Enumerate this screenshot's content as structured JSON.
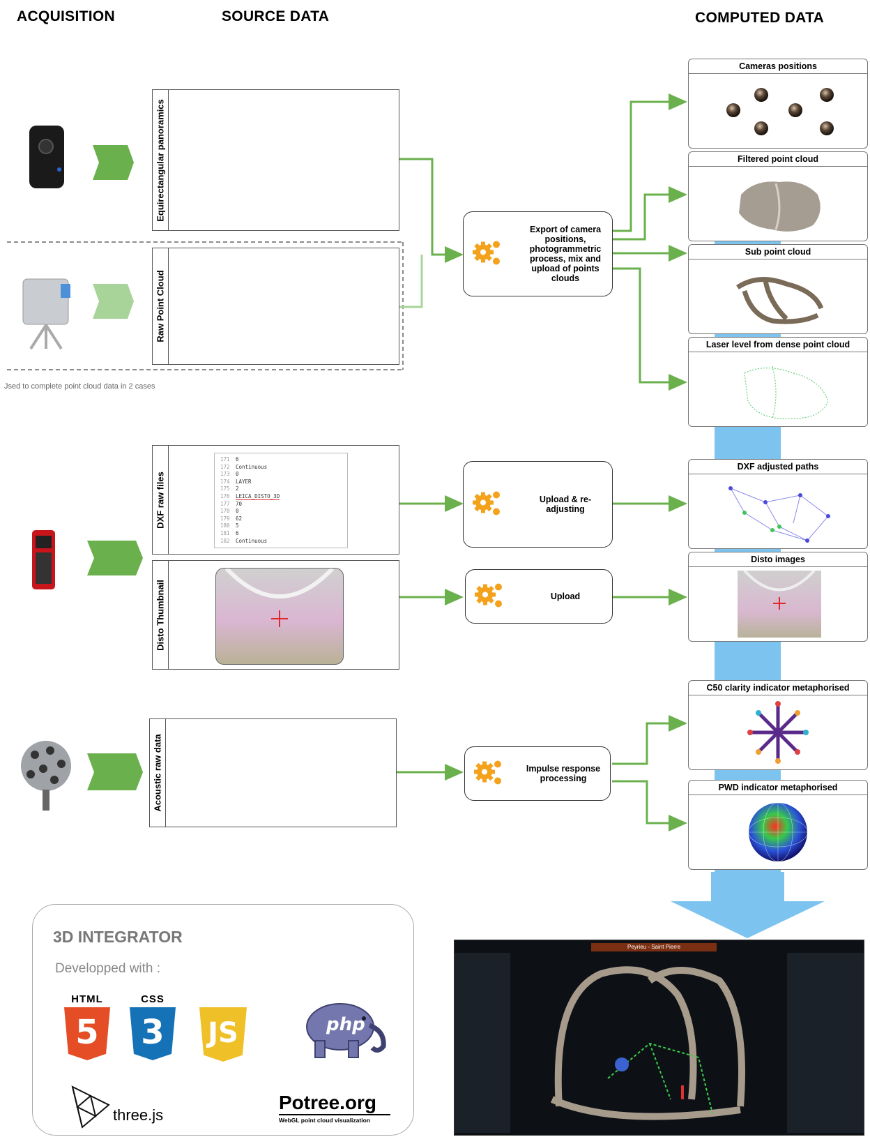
{
  "headers": {
    "acquisition": "ACQUISITION",
    "source": "SOURCE DATA",
    "computed": "COMPUTED DATA"
  },
  "sources": {
    "panoramics": "Equirectangular panoramics",
    "raw_cloud": "Raw Point Cloud",
    "dxf": "DXF raw files",
    "disto": "Disto Thumbnail",
    "acoustic": "Acoustic raw data"
  },
  "note": "Jsed to complete point cloud data in 2 cases",
  "dxf_lines": [
    {
      "n": "171",
      "t": "6"
    },
    {
      "n": "172",
      "t": "Continuous"
    },
    {
      "n": "173",
      "t": "0"
    },
    {
      "n": "174",
      "t": "LAYER"
    },
    {
      "n": "175",
      "t": "2"
    },
    {
      "n": "176",
      "t": "LEICA_DISTO_3D"
    },
    {
      "n": "177",
      "t": "70"
    },
    {
      "n": "178",
      "t": "0"
    },
    {
      "n": "179",
      "t": "62"
    },
    {
      "n": "180",
      "t": "5"
    },
    {
      "n": "181",
      "t": "6"
    },
    {
      "n": "182",
      "t": "Continuous"
    }
  ],
  "processes": {
    "photogrammetry": "Export of camera positions, photogrammetric process, mix and upload of points clouds",
    "readjust": "Upload & re-adjusting",
    "upload": "Upload",
    "impulse": "Impulse response processing"
  },
  "outputs": {
    "cameras": "Cameras positions",
    "filtered": "Filtered point cloud",
    "sub": "Sub point cloud",
    "laser": "Laser level from dense point cloud",
    "dxf_paths": "DXF adjusted paths",
    "disto_images": "Disto images",
    "c50": "C50 clarity indicator metaphorised",
    "pwd": "PWD indicator metaphorised"
  },
  "integrator": {
    "title": "3D INTEGRATOR",
    "subtitle": "Developped with :",
    "logos": {
      "html": "HTML",
      "html_num": "5",
      "css": "CSS",
      "css_num": "3",
      "js": "JS",
      "php": "php",
      "three": "three.js",
      "potree": "Potree.org",
      "potree_sub": "WebGL point cloud visualization"
    }
  },
  "viewer": {
    "title": "Peyrieu - Saint Pierre"
  },
  "colors": {
    "arrow_green": "#6ab04c",
    "arrow_green_light": "#a8d49a",
    "accent_blue": "#7cc3f0",
    "gear_orange": "#f4a21c",
    "html_orange": "#e44d26",
    "css_blue": "#1572b6",
    "js_yellow": "#f0db4f",
    "php_purple": "#7377ad"
  }
}
